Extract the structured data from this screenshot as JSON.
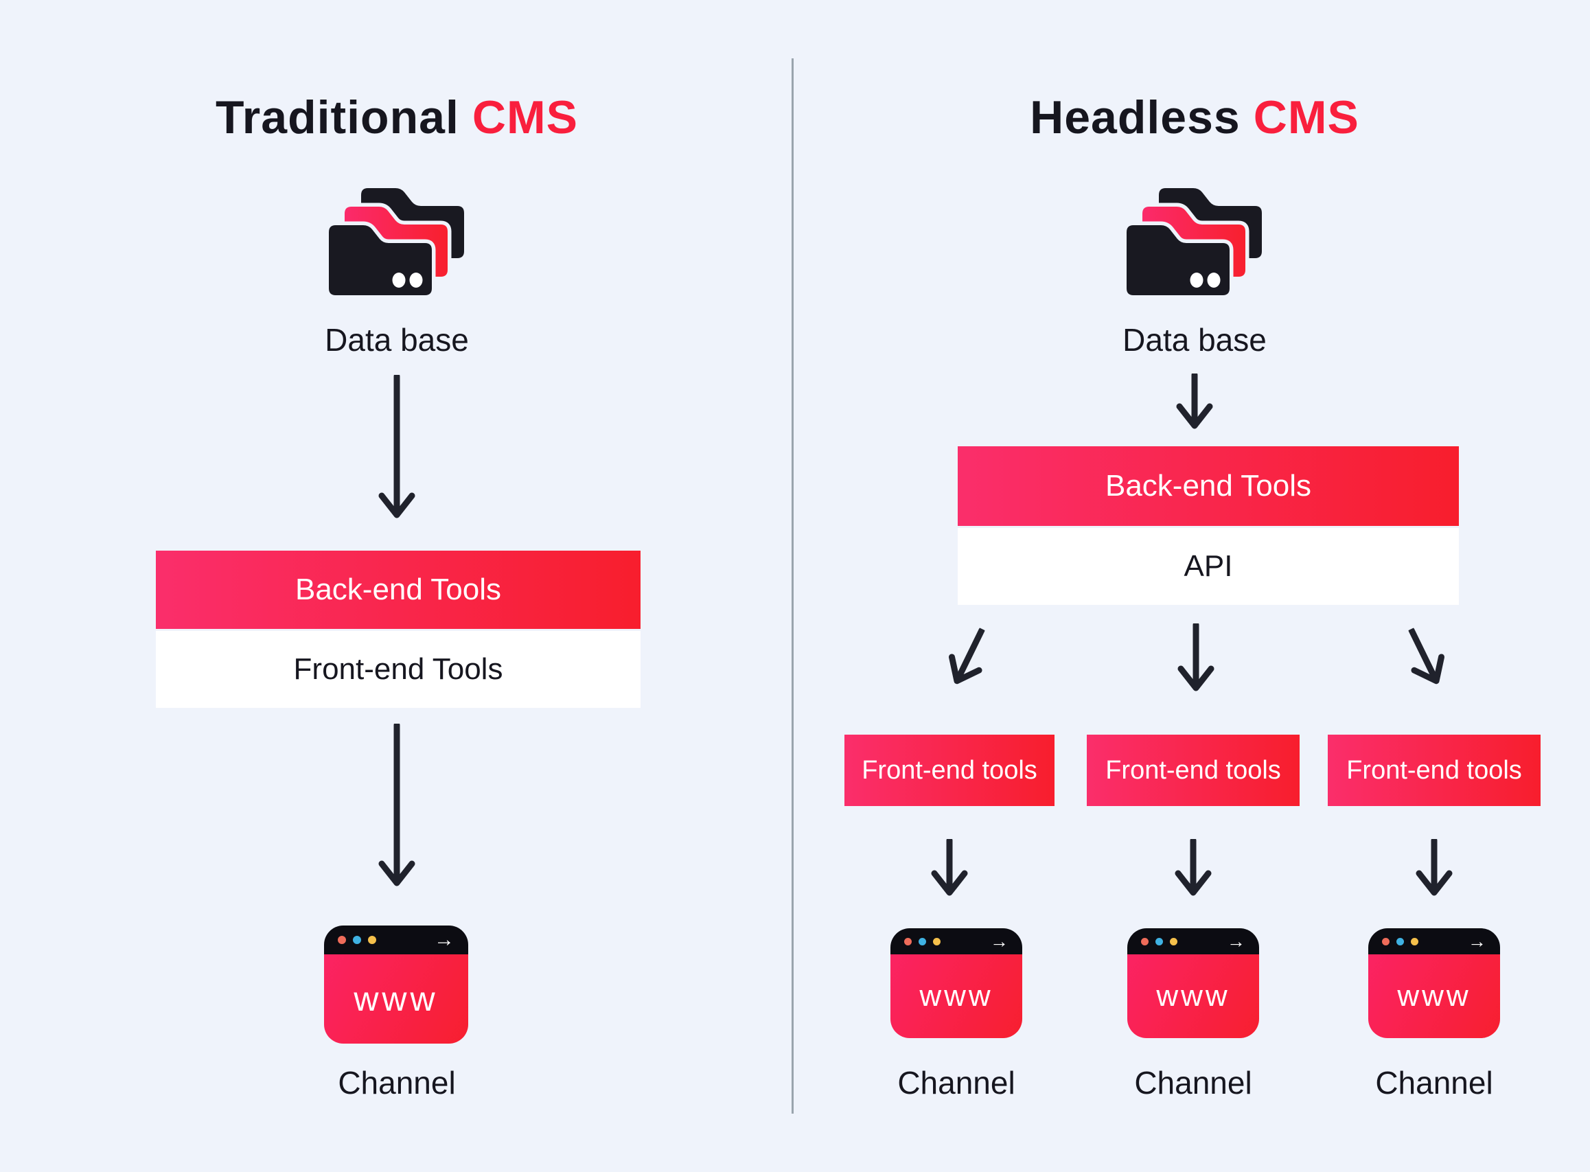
{
  "colors": {
    "background": "#eff3fb",
    "accent_red": "#f91f3d",
    "dark_text": "#16161f",
    "box_gradient_start": "#fa2e6b",
    "box_gradient_end": "#f81e2d",
    "divider_gray": "#9aa4ad",
    "browser_bar_black": "#0c0c12",
    "browser_dot_red": "#ef6c5a",
    "browser_dot_blue": "#3fb2e3",
    "browser_dot_yellow": "#f5c04b",
    "arrow_color": "#20222c"
  },
  "icons": {
    "database_icon": "stacked-folders (black / red-gradient / black with two white dots)",
    "browser_icon": "www-browser-window",
    "arrow_icon": "down-arrow",
    "browser_forward_glyph": "→"
  },
  "left_column": {
    "title_prefix": "Traditional",
    "title_highlight": "CMS",
    "database_label": "Data base",
    "backend_box_label": "Back-end Tools",
    "frontend_box_label": "Front-end Tools",
    "browser": {
      "www": "www",
      "label": "Channel"
    }
  },
  "right_column": {
    "title_prefix": "Headless",
    "title_highlight": "CMS",
    "database_label": "Data base",
    "backend_box_label": "Back-end Tools",
    "api_box_label": "API",
    "frontend_boxes": [
      {
        "label": "Front-end tools"
      },
      {
        "label": "Front-end tools"
      },
      {
        "label": "Front-end tools"
      }
    ],
    "browsers": [
      {
        "www": "www",
        "label": "Channel"
      },
      {
        "www": "www",
        "label": "Channel"
      },
      {
        "www": "www",
        "label": "Channel"
      }
    ]
  }
}
